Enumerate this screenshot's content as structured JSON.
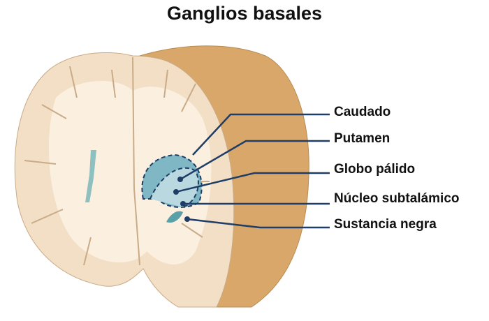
{
  "title": "Ganglios basales",
  "labels": [
    {
      "id": "caudado",
      "text": "Caudado"
    },
    {
      "id": "putamen",
      "text": "Putamen"
    },
    {
      "id": "globo-palido",
      "text": "Globo pálido"
    },
    {
      "id": "nucleo-subtalamico",
      "text": "Núcleo subtalámico"
    },
    {
      "id": "sustancia-negra",
      "text": "Sustancia negra"
    }
  ],
  "colors": {
    "cortex": "#d9a76a",
    "grey_matter": "#f2dfc5",
    "white_matter": "#fbf0e0",
    "leader": "#1f3d66",
    "basal_ganglia": "#7fb7c4"
  }
}
